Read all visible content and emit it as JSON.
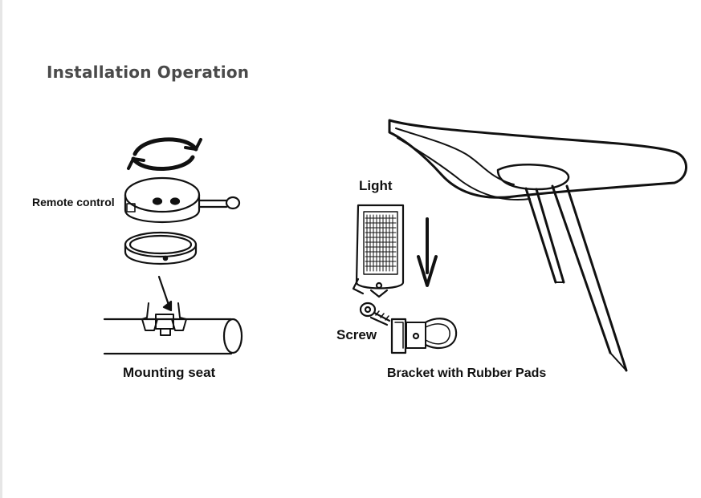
{
  "title": "Installation Operation",
  "labels": {
    "remote_control": "Remote control",
    "mounting_seat": "Mounting seat",
    "light": "Light",
    "screw": "Screw",
    "bracket": "Bracket with Rubber Pads"
  },
  "icons": [
    "rotate-arrows-icon",
    "down-arrow-icon"
  ],
  "colors": {
    "line": "#111111",
    "title": "#4a4a4a"
  }
}
